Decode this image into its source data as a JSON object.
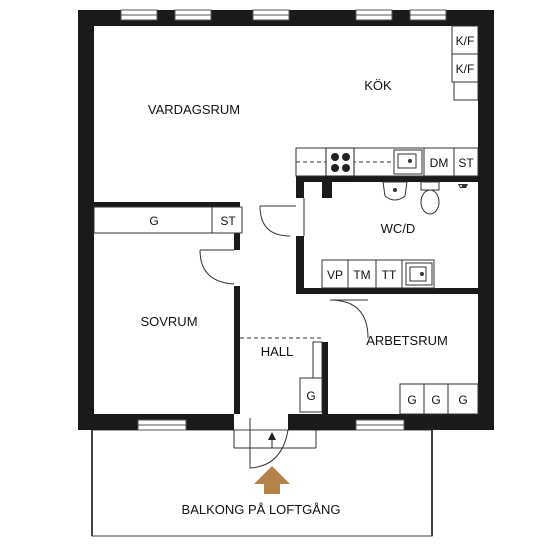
{
  "rooms": {
    "vardagsrum": "VARDAGSRUM",
    "kok": "KÖK",
    "wc": "WC/D",
    "sovrum": "SOVRUM",
    "hall": "HALL",
    "arbetsrum": "ARBETSRUM",
    "balkong": "BALKONG PÅ LOFTGÅNG"
  },
  "fixtures": {
    "kf1": "K/F",
    "kf2": "K/F",
    "dm": "DM",
    "st_kitchen": "ST",
    "g_wardrobe": "G",
    "st_bedroom": "ST",
    "vp": "VP",
    "tm": "TM",
    "tt": "TT",
    "g_hall": "G",
    "g_work1": "G",
    "g_work2": "G",
    "g_work3": "G"
  },
  "colors": {
    "wall": "#1a1a1a",
    "entrance_arrow": "#b5824a"
  }
}
